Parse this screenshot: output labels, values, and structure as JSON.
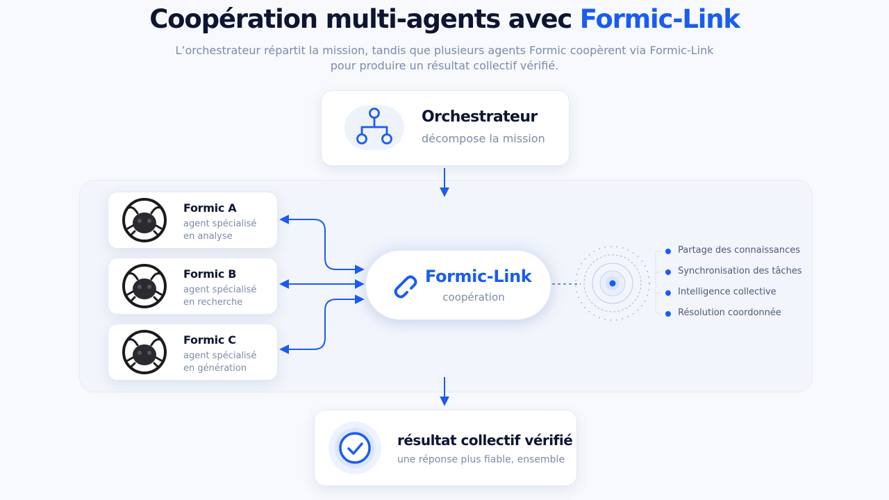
{
  "header": {
    "title_main": "Coopération multi-agents avec ",
    "title_accent": "Formic-Link",
    "subtitle_line1": "L’orchestrateur répartit la mission, tandis que plusieurs agents Formic coopèrent via Formic-Link",
    "subtitle_line2": "pour produire un résultat collectif vérifié."
  },
  "orchestrator": {
    "title": "Orchestrateur",
    "subtitle": "décompose la mission",
    "icon": "hierarchy-icon"
  },
  "agents": [
    {
      "name": "Formic A",
      "desc1": "agent spécialisé",
      "desc2": "en analyse",
      "icon": "ant-icon"
    },
    {
      "name": "Formic B",
      "desc1": "agent spécialisé",
      "desc2": "en recherche",
      "icon": "ant-icon"
    },
    {
      "name": "Formic C",
      "desc1": "agent spécialisé",
      "desc2": "en génération",
      "icon": "ant-icon"
    }
  ],
  "hub": {
    "title": "Formic-Link",
    "subtitle": "coopération",
    "icon": "link-icon"
  },
  "features": [
    "Partage des connaissances",
    "Synchronisation des tâches",
    "Intelligence collective",
    "Résolution coordonnée"
  ],
  "result": {
    "title": "résultat collectif vérifié",
    "subtitle": "une réponse plus fiable, ensemble",
    "icon": "check-circle-icon"
  },
  "colors": {
    "accent": "#1a5cf0",
    "text_dark": "#0d1533",
    "text_muted": "#7d8aa8",
    "background": "#f7f9fd"
  }
}
